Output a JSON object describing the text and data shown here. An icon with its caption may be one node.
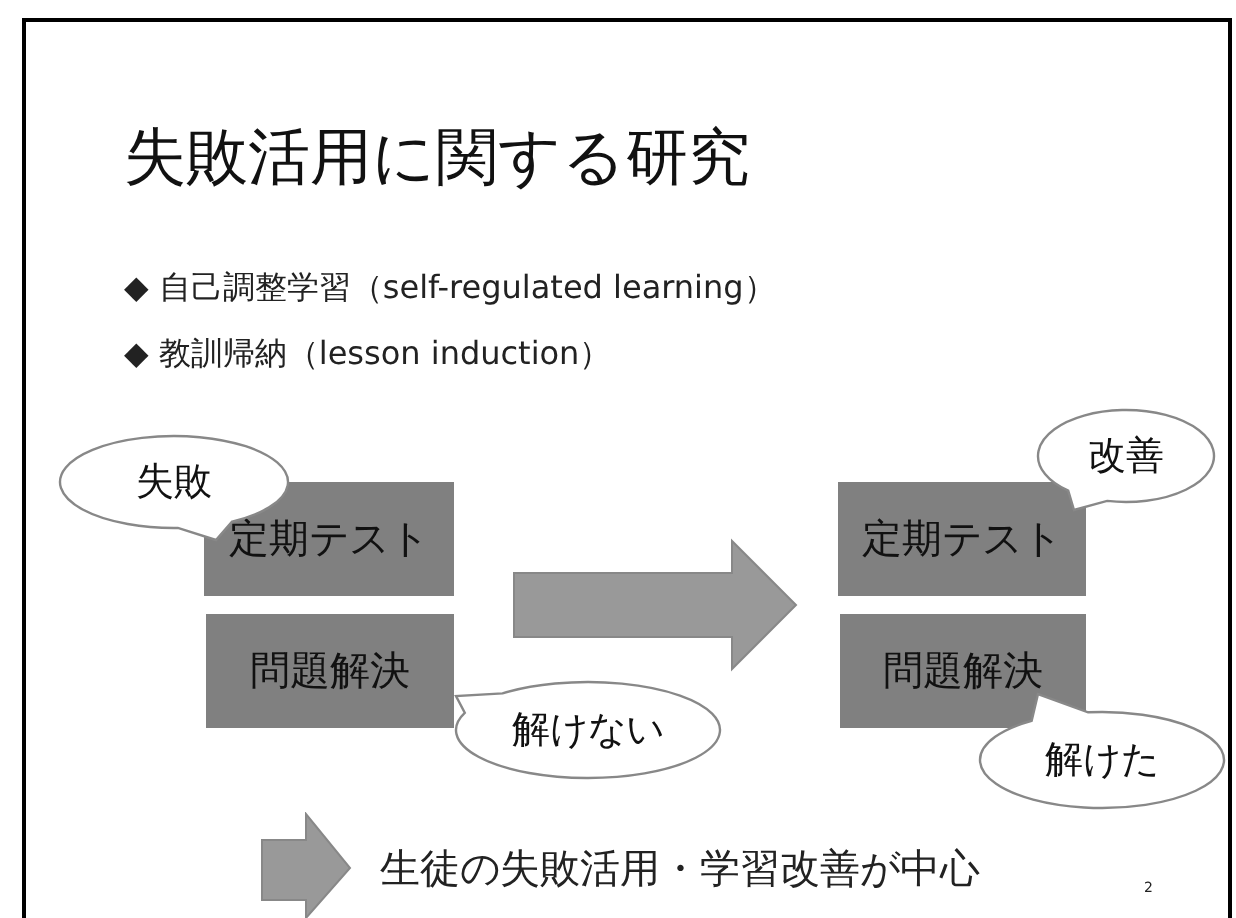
{
  "diagram": {
    "title": "失敗活用に関する研究",
    "nodes": [
      {
        "text": [
          "定期テスト"
        ]
      },
      {
        "text": [
          "問題解決"
        ]
      },
      {
        "text": [
          "定期テスト"
        ]
      },
      {
        "text": [
          "問題解決"
        ]
      },
      {
        "text": [
          "失敗"
        ]
      },
      {
        "text": [
          "解けない"
        ]
      },
      {
        "text": [
          "改善"
        ]
      },
      {
        "text": [
          "解けた"
        ]
      }
    ],
    "edges": [
      {
        "from": 0,
        "to": 2,
        "arrow": "to"
      },
      {
        "from": 1,
        "to": 3,
        "arrow": "to"
      }
    ],
    "labels": [
      "◆ 自己調整学習（self-regulated learning）",
      "◆ 教訓帰納（lesson induction）",
      "生徒の失敗活用・学習改善が中心",
      "2"
    ]
  }
}
